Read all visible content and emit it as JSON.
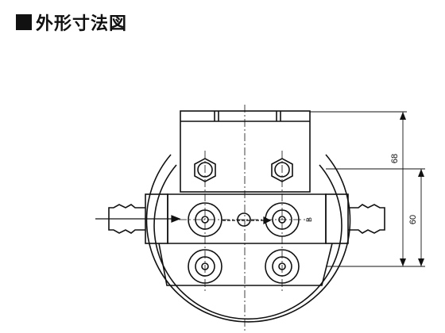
{
  "title": {
    "text": "外形寸法図",
    "marker": "square"
  },
  "dimensions": {
    "upper": "68",
    "lower": "60"
  },
  "port_mark": "B"
}
